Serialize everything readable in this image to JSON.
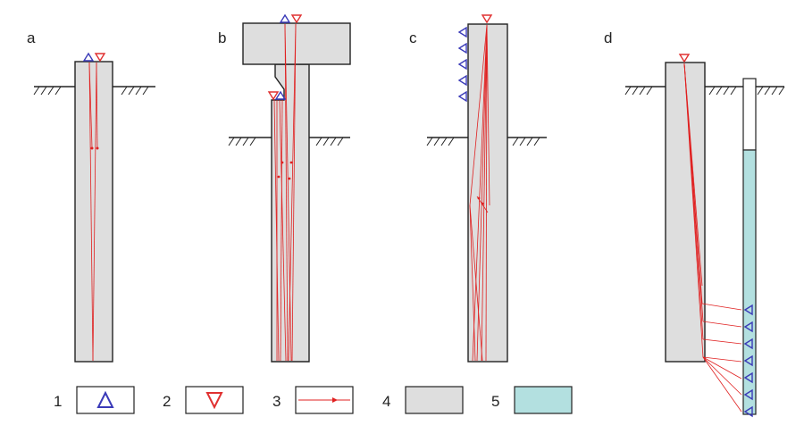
{
  "panels": [
    {
      "id": "a",
      "label": "a"
    },
    {
      "id": "b",
      "label": "b"
    },
    {
      "id": "c",
      "label": "c"
    },
    {
      "id": "d",
      "label": "d"
    }
  ],
  "legend": [
    {
      "number": "1",
      "symbol": "receiver-triangle"
    },
    {
      "number": "2",
      "symbol": "source-triangle"
    },
    {
      "number": "3",
      "symbol": "ray-arrow"
    },
    {
      "number": "4",
      "symbol": "pile-fill"
    },
    {
      "number": "5",
      "symbol": "borehole-fill"
    }
  ],
  "colors": {
    "receiver": "#3a3ab8",
    "source": "#e03030",
    "ray": "#e02020",
    "pile": "#dedede",
    "borehole": "#b3e0e0",
    "ink": "#222222"
  }
}
